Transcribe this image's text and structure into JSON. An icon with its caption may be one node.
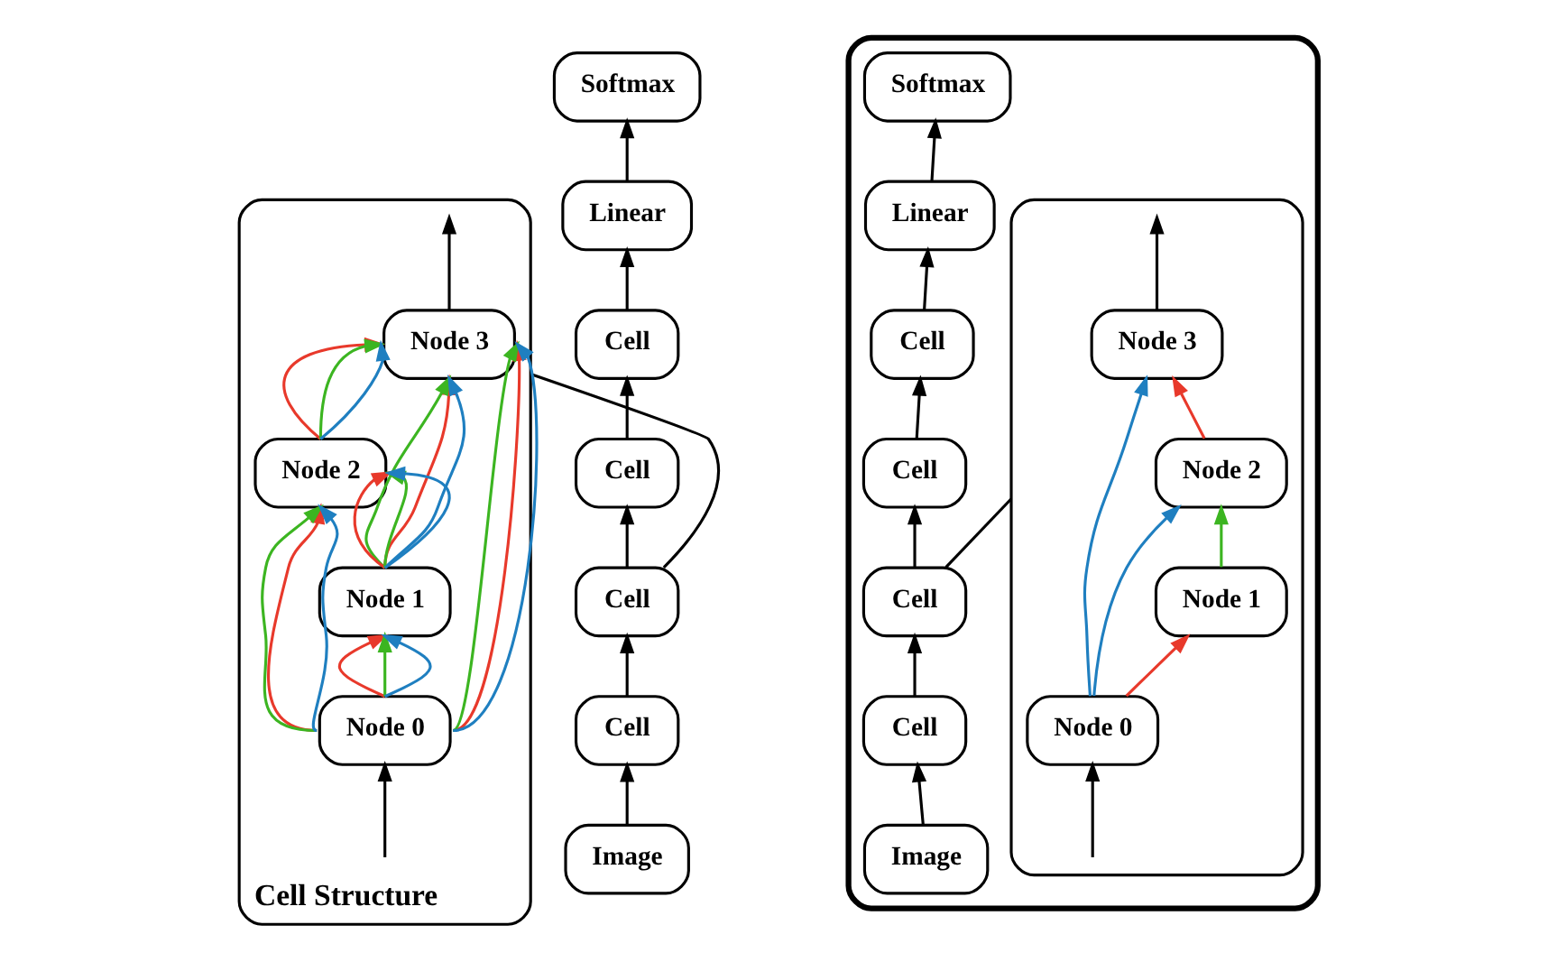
{
  "diagram": {
    "nodes": [
      {
        "text": [
          "Softmax"
        ]
      },
      {
        "text": [
          "Linear"
        ]
      },
      {
        "text": [
          "Cell"
        ]
      },
      {
        "text": [
          "Cell"
        ]
      },
      {
        "text": [
          "Cell"
        ]
      },
      {
        "text": [
          "Cell"
        ]
      },
      {
        "text": [
          "Image"
        ]
      },
      {
        "text": [
          "Cell Structure"
        ]
      },
      {
        "text": [
          "Node 3"
        ],
        "in": 7
      },
      {
        "text": [
          "Node 2"
        ],
        "in": 7
      },
      {
        "text": [
          "Node 1"
        ],
        "in": 7
      },
      {
        "text": [
          "Node 0"
        ],
        "in": 7
      },
      {
        "text": [],
        "shape": "box"
      },
      {
        "text": [
          "Softmax"
        ],
        "in": 12
      },
      {
        "text": [
          "Linear"
        ],
        "in": 12
      },
      {
        "text": [
          "Cell"
        ],
        "in": 12
      },
      {
        "text": [
          "Cell"
        ],
        "in": 12
      },
      {
        "text": [
          "Cell"
        ],
        "in": 12
      },
      {
        "text": [
          "Cell"
        ],
        "in": 12
      },
      {
        "text": [
          "Image"
        ],
        "in": 12
      },
      {
        "text": [],
        "shape": "box",
        "in": 12
      },
      {
        "text": [
          "Node 3"
        ],
        "in": 20
      },
      {
        "text": [
          "Node 2"
        ],
        "in": 20
      },
      {
        "text": [
          "Node 1"
        ],
        "in": 20
      },
      {
        "text": [
          "Node 0"
        ],
        "in": 20
      }
    ],
    "edges": [
      {
        "from": 6,
        "to": 5,
        "arrow": "to"
      },
      {
        "from": 5,
        "to": 4,
        "arrow": "to"
      },
      {
        "from": 4,
        "to": 3,
        "arrow": "to"
      },
      {
        "from": 3,
        "to": 2,
        "arrow": "to"
      },
      {
        "from": 2,
        "to": 1,
        "arrow": "to"
      },
      {
        "from": 1,
        "to": 0,
        "arrow": "to"
      },
      {
        "from": 4,
        "to": 7,
        "arrow": "none"
      },
      {
        "from": null,
        "to": 11,
        "arrow": "to"
      },
      {
        "from": 8,
        "to": null,
        "arrow": "to"
      },
      {
        "from": 9,
        "to": 8,
        "arrow": "to",
        "color": "#e8392b"
      },
      {
        "from": 9,
        "to": 8,
        "arrow": "to",
        "color": "#3cb521"
      },
      {
        "from": 9,
        "to": 8,
        "arrow": "to",
        "color": "#1f7fc0"
      },
      {
        "from": 10,
        "to": 9,
        "arrow": "to",
        "color": "#e8392b"
      },
      {
        "from": 10,
        "to": 9,
        "arrow": "to",
        "color": "#3cb521"
      },
      {
        "from": 10,
        "to": 9,
        "arrow": "to",
        "color": "#1f7fc0"
      },
      {
        "from": 10,
        "to": 8,
        "arrow": "to",
        "color": "#e8392b"
      },
      {
        "from": 10,
        "to": 8,
        "arrow": "to",
        "color": "#3cb521"
      },
      {
        "from": 10,
        "to": 8,
        "arrow": "to",
        "color": "#1f7fc0"
      },
      {
        "from": 11,
        "to": 9,
        "arrow": "to",
        "color": "#e8392b"
      },
      {
        "from": 11,
        "to": 9,
        "arrow": "to",
        "color": "#3cb521"
      },
      {
        "from": 11,
        "to": 9,
        "arrow": "to",
        "color": "#1f7fc0"
      },
      {
        "from": 11,
        "to": 10,
        "arrow": "to",
        "color": "#e8392b"
      },
      {
        "from": 11,
        "to": 10,
        "arrow": "to",
        "color": "#3cb521"
      },
      {
        "from": 11,
        "to": 10,
        "arrow": "to",
        "color": "#1f7fc0"
      },
      {
        "from": 11,
        "to": 8,
        "arrow": "to",
        "color": "#e8392b"
      },
      {
        "from": 11,
        "to": 8,
        "arrow": "to",
        "color": "#3cb521"
      },
      {
        "from": 11,
        "to": 8,
        "arrow": "to",
        "color": "#1f7fc0"
      },
      {
        "from": 19,
        "to": 18,
        "arrow": "to"
      },
      {
        "from": 18,
        "to": 17,
        "arrow": "to"
      },
      {
        "from": 17,
        "to": 16,
        "arrow": "to"
      },
      {
        "from": 16,
        "to": 15,
        "arrow": "to"
      },
      {
        "from": 15,
        "to": 14,
        "arrow": "to"
      },
      {
        "from": 14,
        "to": 13,
        "arrow": "to"
      },
      {
        "from": 17,
        "to": 20,
        "arrow": "none"
      },
      {
        "from": null,
        "to": 24,
        "arrow": "to"
      },
      {
        "from": 21,
        "to": null,
        "arrow": "to"
      },
      {
        "from": 22,
        "to": 21,
        "arrow": "to",
        "color": "#e8392b"
      },
      {
        "from": 23,
        "to": 22,
        "arrow": "to",
        "color": "#3cb521"
      },
      {
        "from": 24,
        "to": 23,
        "arrow": "to",
        "color": "#e8392b"
      },
      {
        "from": 24,
        "to": 22,
        "arrow": "to",
        "color": "#1f7fc0"
      },
      {
        "from": 24,
        "to": 21,
        "arrow": "to",
        "color": "#1f7fc0"
      }
    ]
  }
}
